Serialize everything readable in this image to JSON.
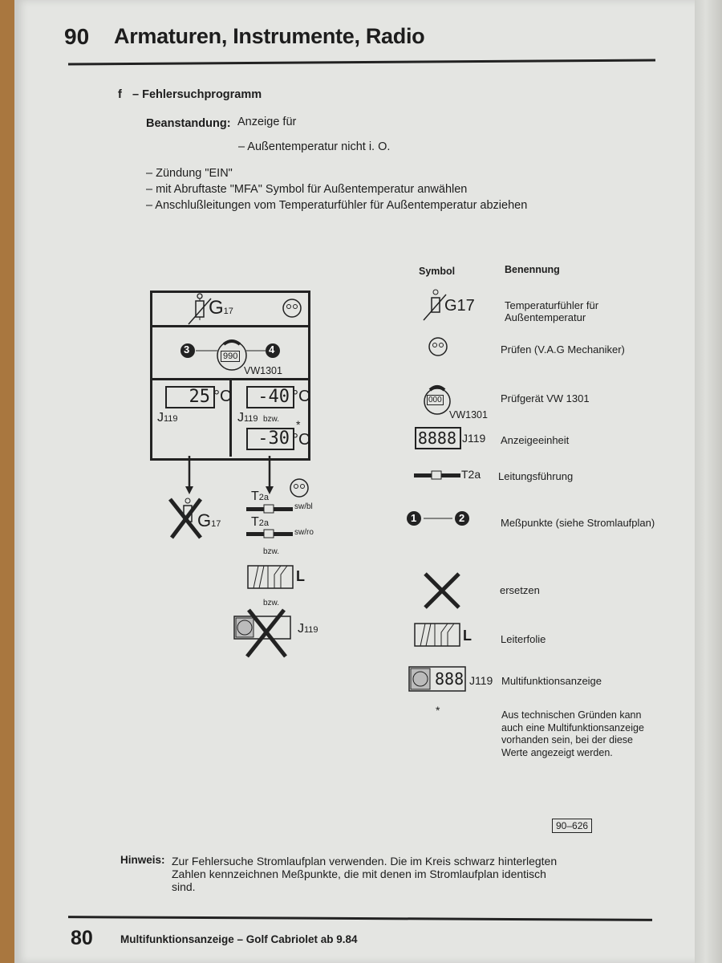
{
  "header": {
    "chapter_number": "90",
    "title": "Armaturen, Instrumente, Radio"
  },
  "section": {
    "letter": "f",
    "title": "– Fehlersuchprogramm"
  },
  "complaint": {
    "label": "Beanstandung:",
    "text": "Anzeige für",
    "detail": "– Außentemperatur nicht i. O."
  },
  "steps": [
    "– Zündung \"EIN\"",
    "– mit Abruftaste \"MFA\" Symbol für Außentemperatur anwählen",
    "– Anschlußleitungen vom Temperaturfühler für Außentemperatur abziehen"
  ],
  "diagram": {
    "sensor": "G",
    "sensor_sub": "17",
    "point_a": "3",
    "point_b": "4",
    "tester_display": "990",
    "tester_label": "VW1301",
    "display_ok": "25",
    "display_low1": "-40",
    "display_low2": "-30",
    "unit": "°C",
    "display_label": "J",
    "display_sub": "119",
    "bzw": "bzw.",
    "asterisk": "*",
    "connector": "T",
    "connector_sub": "2a",
    "wire1": "sw/bl",
    "wire2": "sw/ro",
    "foil_label": "L"
  },
  "legend": {
    "col_symbol": "Symbol",
    "col_name": "Benennung",
    "items": [
      {
        "symbol": "G17",
        "name_line1": "Temperaturfühler für",
        "name_line2": "Außentemperatur"
      },
      {
        "symbol": "check",
        "name": "Prüfen (V.A.G Mechaniker)"
      },
      {
        "symbol": "tester",
        "display": "000",
        "label": "VW1301",
        "name": "Prüfgerät VW 1301"
      },
      {
        "symbol": "display",
        "display": "8888",
        "label": "J119",
        "name": "Anzeigeeinheit"
      },
      {
        "symbol": "connector",
        "label": "T2a",
        "name": "Leitungsführung"
      },
      {
        "symbol": "points",
        "p1": "1",
        "p2": "2",
        "name": "Meßpunkte (siehe Stromlaufplan)"
      },
      {
        "symbol": "cross",
        "name": "ersetzen"
      },
      {
        "symbol": "foil",
        "label": "L",
        "name": "Leiterfolie"
      },
      {
        "symbol": "mfa",
        "display": "888",
        "label": "J119",
        "name": "Multifunktionsanzeige"
      },
      {
        "symbol": "*",
        "name_lines": [
          "Aus technischen Gründen kann",
          "auch eine Multifunktionsanzeige",
          "vorhanden sein, bei der diese",
          "Werte angezeigt werden."
        ]
      }
    ]
  },
  "figure_ref": "90–626",
  "note": {
    "label": "Hinweis:",
    "lines": [
      "Zur Fehlersuche Stromlaufplan verwenden. Die im Kreis schwarz hinterlegten",
      "Zahlen kennzeichnen Meßpunkte, die mit denen im Stromlaufplan identisch",
      "sind."
    ]
  },
  "footer": {
    "page_number": "80",
    "text": "Multifunktionsanzeige – Golf Cabriolet ab 9.84"
  }
}
